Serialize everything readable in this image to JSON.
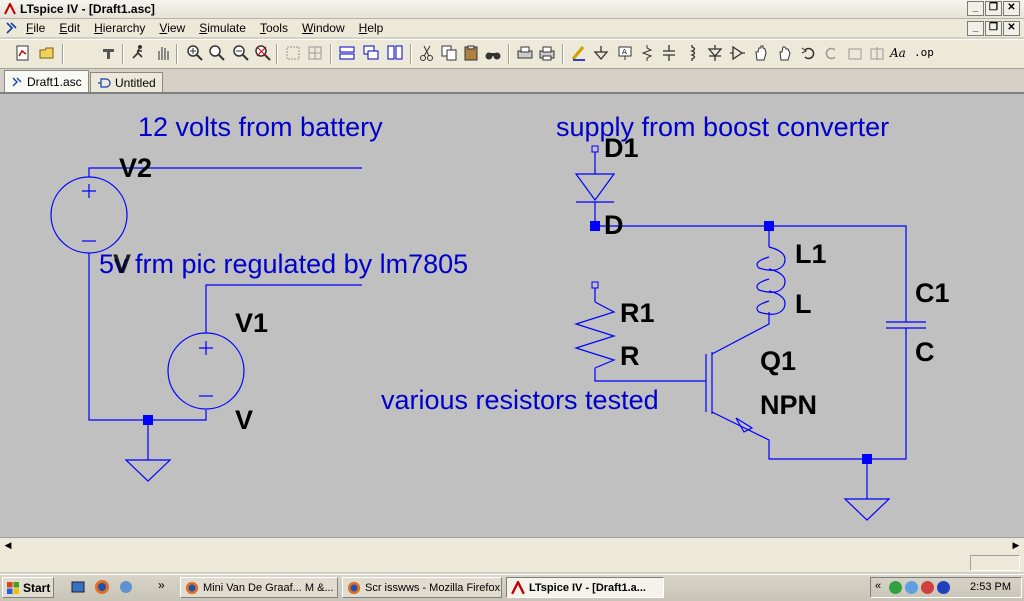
{
  "window": {
    "title": "LTspice IV - [Draft1.asc]",
    "controls": [
      "_",
      "❐",
      "✕"
    ]
  },
  "menu": {
    "items": [
      {
        "u": "F",
        "rest": "ile"
      },
      {
        "u": "E",
        "rest": "dit"
      },
      {
        "u": "H",
        "rest": "ierarchy"
      },
      {
        "u": "V",
        "rest": "iew"
      },
      {
        "u": "S",
        "rest": "imulate"
      },
      {
        "u": "T",
        "rest": "ools"
      },
      {
        "u": "W",
        "rest": "indow"
      },
      {
        "u": "H",
        "rest": "elp"
      }
    ]
  },
  "toolbar": {
    "icons": [
      "new-schematic-icon",
      "open-icon",
      "control-panel-icon",
      "run-icon",
      "halt-icon",
      "zoom-in-icon",
      "zoom-pan-icon",
      "zoom-out-icon",
      "zoom-fit-icon",
      "autorange-icon",
      "grid-icon",
      "tile-horizontal-icon",
      "cascade-icon",
      "tile-vertical-icon",
      "cut-icon",
      "copy-icon",
      "paste-icon",
      "find-icon",
      "print-preview-icon",
      "print-icon",
      "draw-wire-icon",
      "ground-icon",
      "label-net-icon",
      "resistor-icon",
      "capacitor-icon",
      "inductor-icon",
      "diode-icon",
      "component-icon",
      "move-icon",
      "drag-icon",
      "undo-icon",
      "redo-icon",
      "rotate-icon",
      "mirror-icon",
      "text-icon",
      "spice-directive-icon"
    ],
    "text_icon_label": "Aa",
    "directive_label": ".op"
  },
  "tabs": [
    {
      "label": "Draft1.asc",
      "active": true
    },
    {
      "label": "Untitled",
      "active": false
    }
  ],
  "schematic": {
    "comments": {
      "battery": "12 volts from battery",
      "boost": "supply from boost converter",
      "pic": "5v frm pic regulated by lm7805",
      "resistors": "various resistors tested"
    },
    "labels": {
      "v2": "V2",
      "v2_value": "V",
      "v1": "V1",
      "v1_value": "V",
      "d1": "D1",
      "d1_value": "D",
      "l1": "L1",
      "l1_value": "L",
      "r1": "R1",
      "r1_value": "R",
      "c1": "C1",
      "c1_value": "C",
      "q1": "Q1",
      "q1_value": "NPN"
    },
    "colors": {
      "wire": "#0000ff",
      "text": "#0000cc",
      "label": "#000000",
      "background": "#c0c0c0"
    }
  },
  "taskbar": {
    "start_label": "Start",
    "overflow": "»",
    "tasks": [
      {
        "label": "Mini Van De Graaf... M &...",
        "active": false
      },
      {
        "label": "Scr isswws - Mozilla Firefox",
        "active": false
      },
      {
        "label": "LTspice IV - [Draft1.a...",
        "active": true
      }
    ],
    "clock": "2:53 PM"
  }
}
